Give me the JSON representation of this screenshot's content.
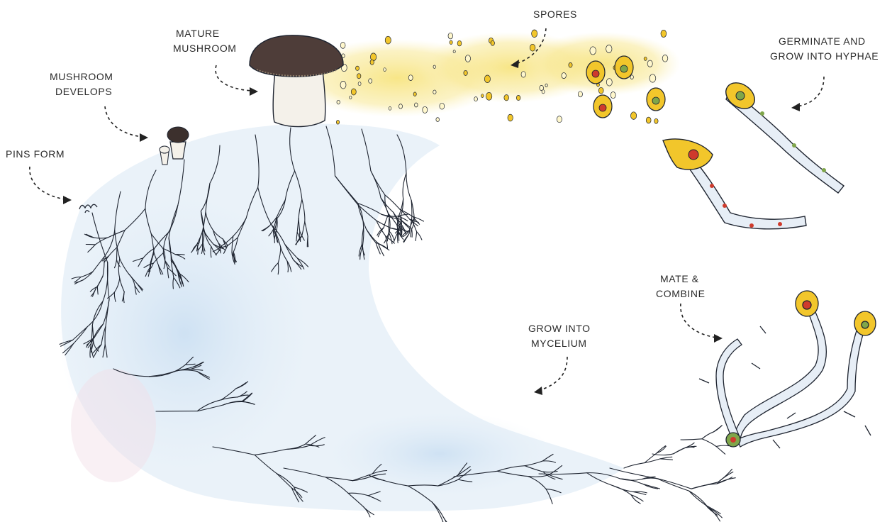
{
  "labels": {
    "spores": "SPORES",
    "mature_mushroom": [
      "MATURE",
      "MUSHROOM"
    ],
    "mushroom_develops": [
      "MUSHROOM",
      "DEVELOPS"
    ],
    "pins_form": "PINS FORM",
    "germinate": [
      "GERMINATE AND",
      "GROW INTO HYPHAE"
    ],
    "mate_combine": [
      "MATE &",
      "COMBINE"
    ],
    "grow_mycelium": [
      "GROW INTO",
      "MYCELIUM"
    ]
  },
  "colors": {
    "mushroom_cap": "#4e3d39",
    "mushroom_stem": "#f4f1ea",
    "spore_cloud": "#f6e27a",
    "spore_body": "#f2c62b",
    "spore_nucleus": "#cf3b2c",
    "spore_nucleus_alt": "#7fa64a",
    "hyphae_fill": "#e7eef6",
    "mycelium_lines": "#1e2430",
    "mycelium_wash": "#b8d4ee",
    "text": "#2a2a2a"
  }
}
